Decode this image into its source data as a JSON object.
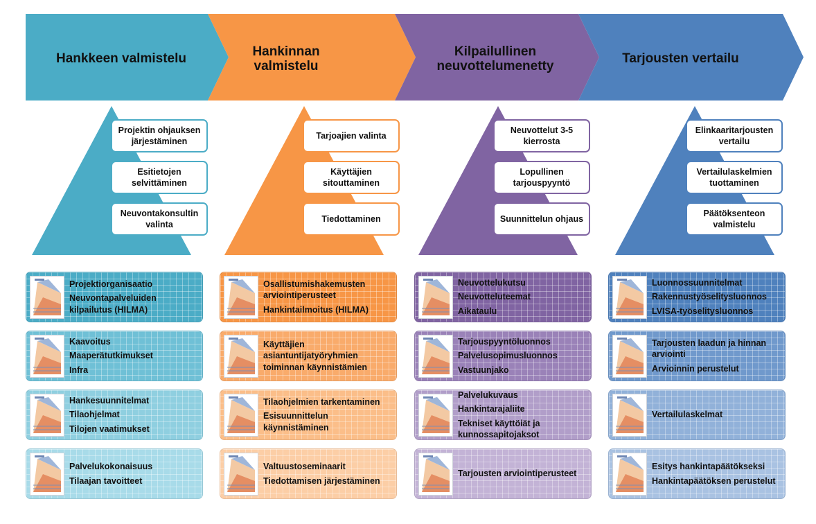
{
  "phases": [
    {
      "title": "Hankkeen valmistelu",
      "colors": {
        "chevron": "#4bacc6",
        "box_border": "#4bacc6",
        "cards": [
          "#4bacc6",
          "#6fc0d6",
          "#8fcfe0",
          "#a8dbe9"
        ]
      },
      "tasks": [
        "Projektin ohjauksen järjestäminen",
        "Esitietojen selvittäminen",
        "Neuvontakonsultin valinta"
      ],
      "cards": [
        [
          "Projektiorganisaatio",
          "Neuvontapalveluiden kilpailutus  (HILMA)"
        ],
        [
          "Kaavoitus",
          "Maaperätutkimukset",
          "Infra"
        ],
        [
          "Hankesuunnitelmat",
          "Tilaohjelmat",
          "Tilojen vaatimukset"
        ],
        [
          "Palvelukokonaisuus",
          "Tilaajan tavoitteet"
        ]
      ]
    },
    {
      "title": "Hankinnan valmistelu",
      "colors": {
        "chevron": "#f79646",
        "box_border": "#f79646",
        "cards": [
          "#f79646",
          "#f9ab6b",
          "#fbbe89",
          "#fccea6"
        ]
      },
      "tasks": [
        "Tarjoajien valinta",
        "Käyttäjien sitouttaminen",
        "Tiedottaminen"
      ],
      "cards": [
        [
          "Osallistumishakemusten arviointiperusteet",
          "Hankintailmoitus (HILMA)"
        ],
        [
          "Käyttäjien asiantuntijatyöryhmien toiminnan käynnistämien"
        ],
        [
          "Tilaohjelmien tarkentaminen",
          "Esisuunnittelun käynnistäminen"
        ],
        [
          "Valtuustoseminaarit",
          "Tiedottamisen järjestäminen"
        ]
      ]
    },
    {
      "title": "Kilpailullinen neuvottelumenetty",
      "colors": {
        "chevron": "#8064a2",
        "box_border": "#8064a2",
        "cards": [
          "#8064a2",
          "#9a82b8",
          "#b19ec9",
          "#c3b3d6"
        ]
      },
      "tasks": [
        "Neuvottelut 3-5 kierrosta",
        "Lopullinen tarjouspyyntö",
        "Suunnittelun ohjaus"
      ],
      "cards": [
        [
          "Neuvottelukutsu",
          "Neuvotteluteemat",
          "Aikataulu"
        ],
        [
          "Tarjouspyyntöluonnos",
          "Palvelusopimusluonnos",
          "Vastuunjako"
        ],
        [
          "Palvelukuvaus",
          "Hankintarajaliite",
          "Tekniset käyttöiät ja kunnossapitojaksot"
        ],
        [
          "Tarjousten arviointiperusteet"
        ]
      ]
    },
    {
      "title": "Tarjousten vertailu",
      "colors": {
        "chevron": "#4f81bd",
        "box_border": "#4f81bd",
        "cards": [
          "#4f81bd",
          "#7099cc",
          "#91b1d9",
          "#a9c2e2"
        ]
      },
      "tasks": [
        "Elinkaaritarjousten vertailu",
        "Vertailulaskelmien tuottaminen",
        "Päätöksenteon valmistelu"
      ],
      "cards": [
        [
          "Luonnossuunnitelmat",
          "Rakennustyöselitysluonnos",
          "LVISA-työselitysluonnos"
        ],
        [
          "Tarjousten laadun ja hinnan arviointi",
          "Arvioinnin perustelut"
        ],
        [
          "Vertailulaskelmat"
        ],
        [
          "Esitys hankintapäätökseksi",
          "Hankintapäätöksen perustelut"
        ]
      ]
    }
  ],
  "icon": "document-illustration-icon"
}
